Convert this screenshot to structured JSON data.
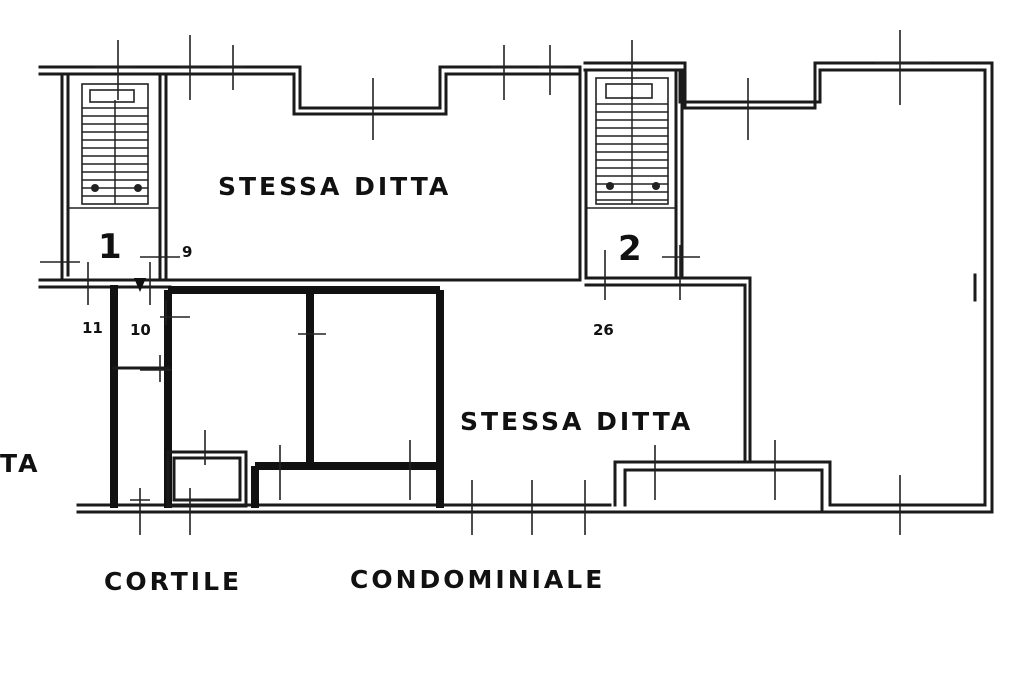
{
  "labels": {
    "room_top_left": "STESSA DITTA",
    "room_mid_right": "STESSA DITTA",
    "edge_left_partial": "TA",
    "courtyard_word1": "CORTILE",
    "courtyard_word2": "CONDOMINIALE"
  },
  "markers": {
    "stair1": "1",
    "stair2": "2",
    "n9": "9",
    "n10": "10",
    "n11": "11",
    "n26": "26"
  }
}
